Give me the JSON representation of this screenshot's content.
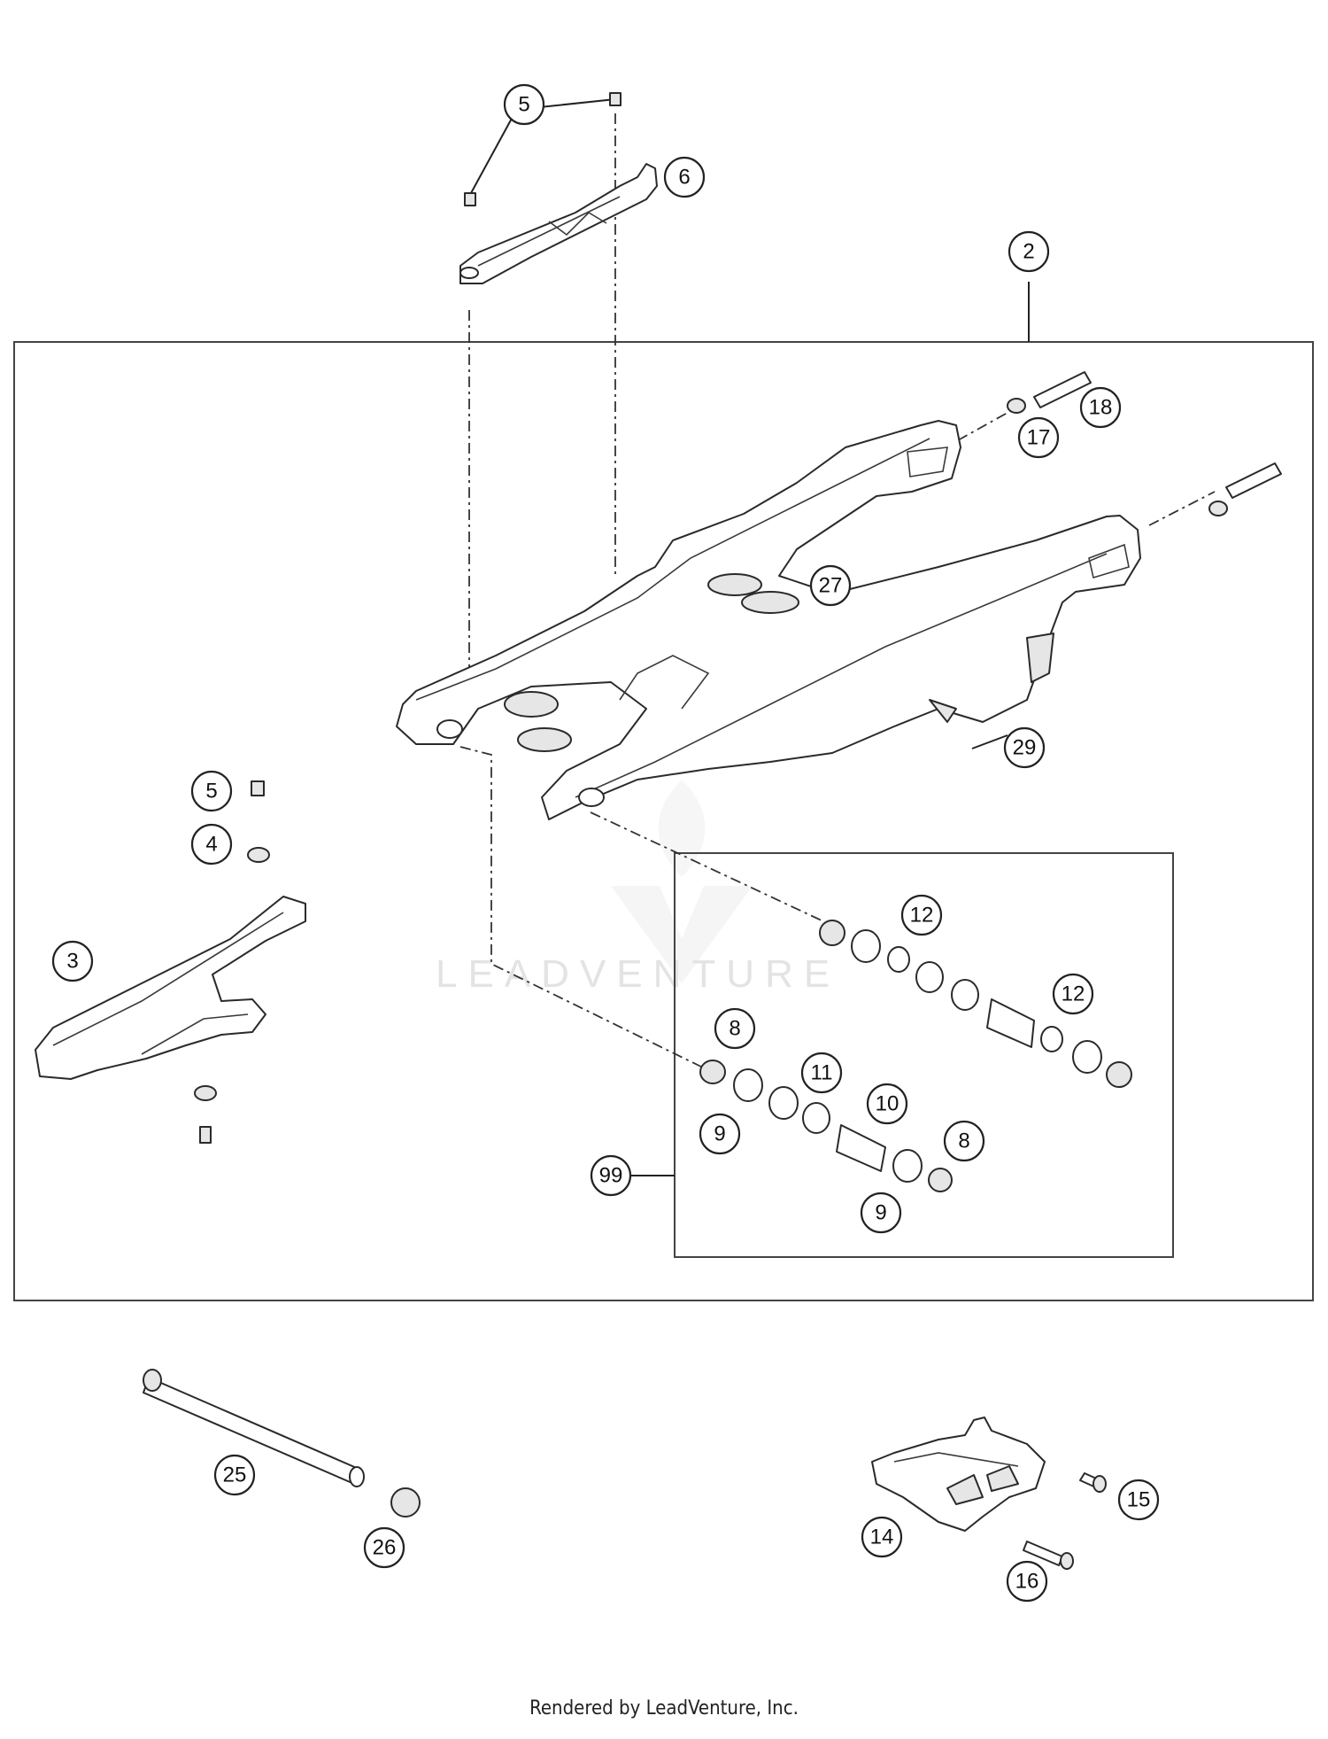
{
  "watermark": "LEADVENTURE",
  "footer": "Rendered by LeadVenture, Inc.",
  "callouts": [
    {
      "id": "5-top",
      "label": "5"
    },
    {
      "id": "6",
      "label": "6"
    },
    {
      "id": "2",
      "label": "2"
    },
    {
      "id": "18",
      "label": "18"
    },
    {
      "id": "17",
      "label": "17"
    },
    {
      "id": "27",
      "label": "27"
    },
    {
      "id": "29",
      "label": "29"
    },
    {
      "id": "5-left",
      "label": "5"
    },
    {
      "id": "4",
      "label": "4"
    },
    {
      "id": "3",
      "label": "3"
    },
    {
      "id": "12-a",
      "label": "12"
    },
    {
      "id": "12-b",
      "label": "12"
    },
    {
      "id": "8-a",
      "label": "8"
    },
    {
      "id": "11",
      "label": "11"
    },
    {
      "id": "10",
      "label": "10"
    },
    {
      "id": "9-a",
      "label": "9"
    },
    {
      "id": "8-b",
      "label": "8"
    },
    {
      "id": "99",
      "label": "99"
    },
    {
      "id": "9-b",
      "label": "9"
    },
    {
      "id": "25",
      "label": "25"
    },
    {
      "id": "26",
      "label": "26"
    },
    {
      "id": "14",
      "label": "14"
    },
    {
      "id": "15",
      "label": "15"
    },
    {
      "id": "16",
      "label": "16"
    }
  ]
}
